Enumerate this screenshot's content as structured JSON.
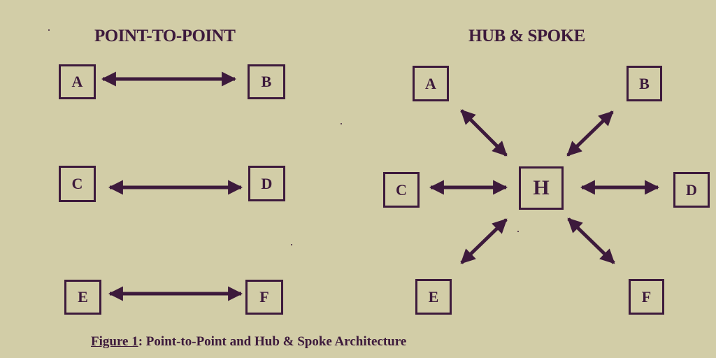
{
  "left_title": "POINT-TO-POINT",
  "right_title": "HUB & SPOKE",
  "point_to_point": {
    "nodes": [
      "A",
      "B",
      "C",
      "D",
      "E",
      "F"
    ],
    "links": [
      [
        "A",
        "B"
      ],
      [
        "C",
        "D"
      ],
      [
        "E",
        "F"
      ]
    ]
  },
  "hub_and_spoke": {
    "hub": "H",
    "spokes": [
      "A",
      "B",
      "C",
      "D",
      "E",
      "F"
    ]
  },
  "caption": {
    "label": "Figure 1",
    "text": ":  Point-to-Point and Hub & Spoke Architecture"
  },
  "colors": {
    "background": "#d2cda7",
    "ink": "#3d1a3c"
  }
}
